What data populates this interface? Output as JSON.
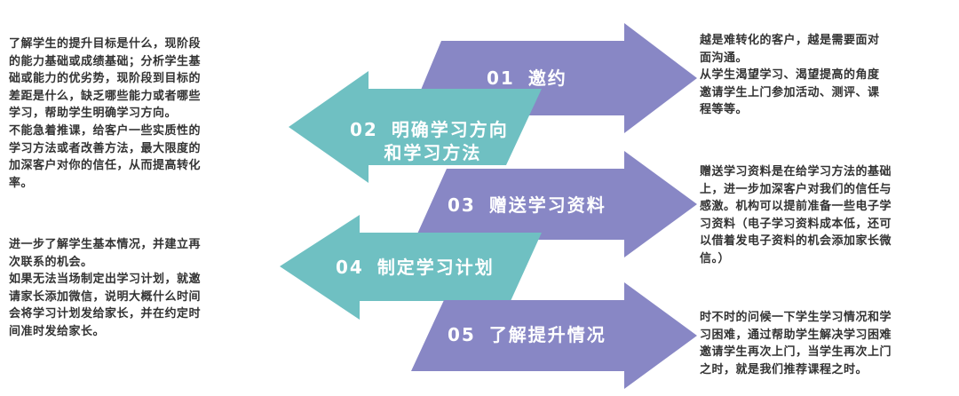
{
  "colors": {
    "purple": "#8887c5",
    "teal": "#6fc0c2",
    "text": "#333333",
    "arrow_text": "#ffffff"
  },
  "steps": [
    {
      "number": "01",
      "title": "邀约",
      "direction": "right",
      "color": "purple"
    },
    {
      "number": "02",
      "title_line1": "明确学习方向",
      "title_line2": "和学习方法",
      "direction": "left",
      "color": "teal"
    },
    {
      "number": "03",
      "title": "赠送学习资料",
      "direction": "right",
      "color": "purple"
    },
    {
      "number": "04",
      "title": "制定学习计划",
      "direction": "left",
      "color": "teal"
    },
    {
      "number": "05",
      "title": "了解提升情况",
      "direction": "right",
      "color": "purple"
    }
  ],
  "notes": {
    "left_1": "了解学生的提升目标是什么，现阶段\n的能力基础或成绩基础；分析学生基\n础或能力的优劣势，现阶段到目标的\n差距是什么，缺乏哪些能力或者哪些\n学习，帮助学生明确学习方向。\n不能急着推课，给客户一些实质性的\n学习方法或者改善方法，最大限度的\n加深客户对你的信任，从而提高转化\n率。",
    "left_2": "进一步了解学生基本情况，并建立再\n次联系的机会。\n如果无法当场制定出学习计划，就邀\n请家长添加微信，说明大概什么时间\n会将学习计划发给家长，并在约定时\n间准时发给家长。",
    "right_1": "越是难转化的客户，越是需要面对\n面沟通。\n从学生渴望学习、渴望提高的角度\n邀请学生上门参加活动、测评、课\n程等等。",
    "right_2": "赠送学习资料是在给学习方法的基础\n上，进一步加深客户对我们的信任与\n感激。机构可以提前准备一些电子学\n习资料（电子学习资料成本低，还可\n以借着发电子资料的机会添加家长微\n信。）",
    "right_3": "时不时的问候一下学生学习情况和学\n习困难，通过帮助学生解决学习困难\n邀请学生再次上门，当学生再次上门\n之时，就是我们推荐课程之时。"
  }
}
